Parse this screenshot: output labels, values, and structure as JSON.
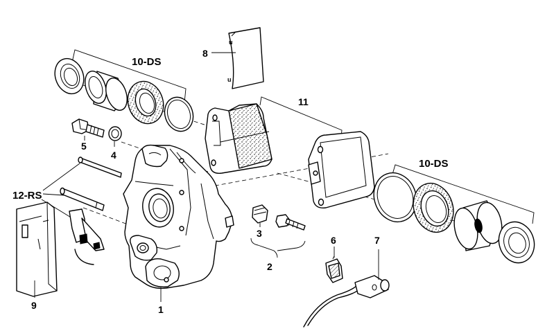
{
  "diagram": {
    "labels": {
      "caliper": "1",
      "repair_kit": "2",
      "bleeder_valve": "3",
      "dust_cap": "4",
      "screw": "5",
      "clip": "6",
      "wear_sensor": "7",
      "gasket": "8",
      "cover_plate": "9",
      "seal_kit_left": "10-DS",
      "seal_kit_right": "10-DS",
      "brake_pads": "11",
      "pin_kit": "12-RS"
    },
    "gasket_marks": [
      "u",
      "u"
    ]
  }
}
